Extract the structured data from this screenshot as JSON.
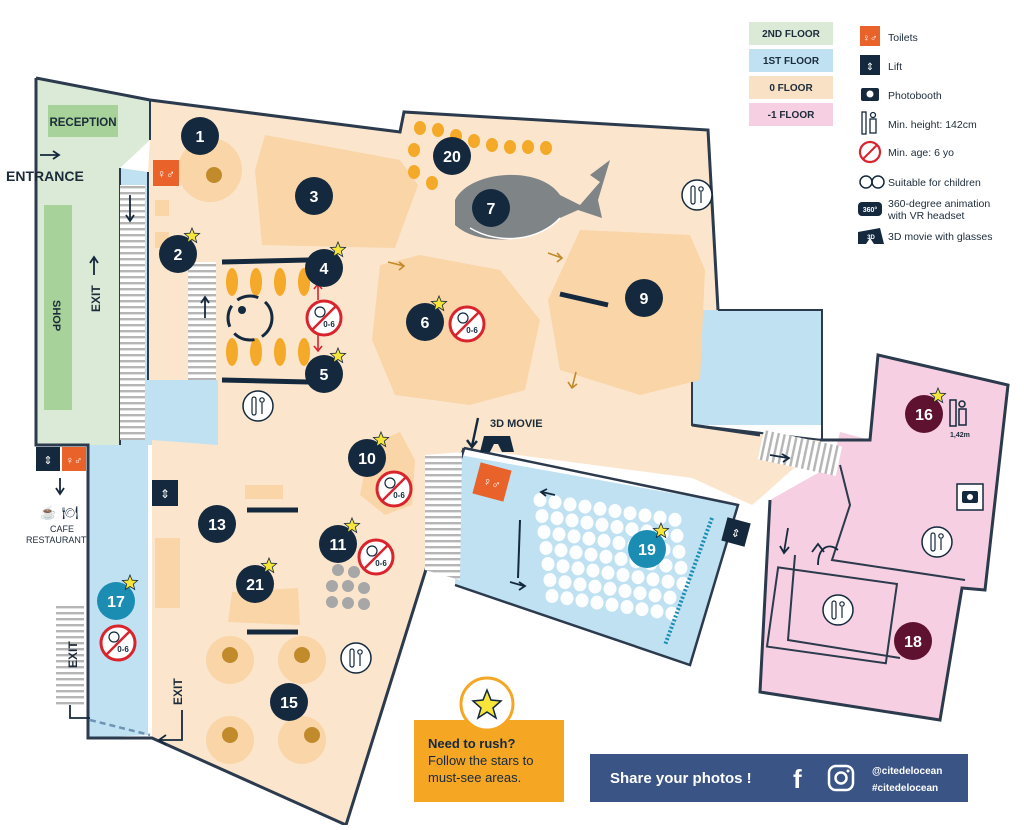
{
  "labels": {
    "reception": "RECEPTION",
    "entrance": "ENTRANCE",
    "exit": "EXIT",
    "shop": "SHOP",
    "cafe": "CAFE",
    "restaurant": "RESTAURANT",
    "movie_3d": "3D MOVIE",
    "min_height_value": "1,42m",
    "age_badge": "0-6",
    "icon_3d": "3D",
    "icon_360": "360°"
  },
  "floors": [
    {
      "label": "2ND FLOOR",
      "color": "#dbead7"
    },
    {
      "label": "1ST FLOOR",
      "color": "#bfe1f2"
    },
    {
      "label": "0 FLOOR",
      "color": "#f9e1c6"
    },
    {
      "label": "-1 FLOOR",
      "color": "#f6cfe2"
    }
  ],
  "legend": [
    {
      "icon": "toilets-icon",
      "label": "Toilets"
    },
    {
      "icon": "lift-icon",
      "label": "Lift"
    },
    {
      "icon": "camera-icon",
      "label": "Photobooth"
    },
    {
      "icon": "height-icon",
      "label": "Min. height: 142cm"
    },
    {
      "icon": "age-icon",
      "label": "Min. age: 6 yo"
    },
    {
      "icon": "children-icon",
      "label": "Suitable for children"
    },
    {
      "icon": "vr-360-icon",
      "label": "360-degree animation",
      "label2": "with VR headset"
    },
    {
      "icon": "3d-glasses-icon",
      "label": "3D movie with glasses"
    }
  ],
  "exhibits": [
    {
      "num": "1",
      "floor": "0",
      "star": false
    },
    {
      "num": "2",
      "floor": "0",
      "star": true
    },
    {
      "num": "3",
      "floor": "0",
      "star": false
    },
    {
      "num": "4",
      "floor": "0",
      "star": true
    },
    {
      "num": "5",
      "floor": "0",
      "star": true
    },
    {
      "num": "6",
      "floor": "0",
      "star": true
    },
    {
      "num": "7",
      "floor": "0",
      "star": false
    },
    {
      "num": "9",
      "floor": "0",
      "star": false
    },
    {
      "num": "10",
      "floor": "0",
      "star": true
    },
    {
      "num": "11",
      "floor": "0",
      "star": true
    },
    {
      "num": "13",
      "floor": "0",
      "star": false
    },
    {
      "num": "15",
      "floor": "0",
      "star": false
    },
    {
      "num": "16",
      "floor": "-1",
      "star": true
    },
    {
      "num": "17",
      "floor": "1",
      "star": true
    },
    {
      "num": "18",
      "floor": "-1",
      "star": false
    },
    {
      "num": "19",
      "floor": "1",
      "star": true
    },
    {
      "num": "20",
      "floor": "0",
      "star": false
    },
    {
      "num": "21",
      "floor": "0",
      "star": true
    }
  ],
  "rush_box": {
    "title": "Need to rush?",
    "line1": "Follow the stars to",
    "line2": "must-see areas.",
    "color": "#f5a623"
  },
  "share": {
    "label": "Share your photos !",
    "handle1": "@citedelocean",
    "handle2": "#citedelocean",
    "color": "#3a5485"
  },
  "colors": {
    "navy": "#14293d",
    "teal_pin": "#1b8db3",
    "maroon_pin": "#5f1230",
    "star": "#f7e53a",
    "toilet_orange": "#e8622a",
    "age_red": "#d9232d"
  }
}
